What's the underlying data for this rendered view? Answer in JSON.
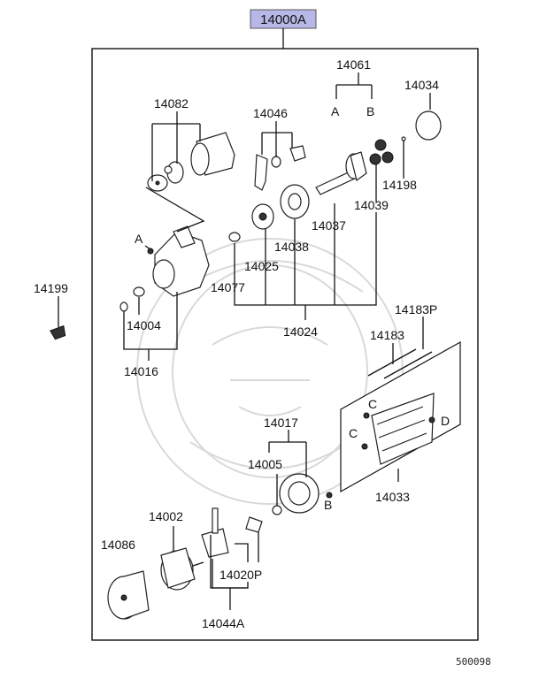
{
  "assembly_label": "14000A",
  "colors": {
    "assembly_fill": "#b8b8e8",
    "line": "#111111"
  },
  "labels": {
    "p14061": "14061",
    "a1": "A",
    "b1": "B",
    "p14034": "14034",
    "p14082": "14082",
    "p14046": "14046",
    "p14198": "14198",
    "p14039": "14039",
    "p14037": "14037",
    "p14038": "14038",
    "p14025": "14025",
    "p14077": "14077",
    "a2": "A",
    "p14199": "14199",
    "p14004": "14004",
    "p14024": "14024",
    "p14016": "14016",
    "p14183p": "14183P",
    "p14183": "14183",
    "c1": "C",
    "c2": "C",
    "d1": "D",
    "p14017": "14017",
    "p14005": "14005",
    "b2": "B",
    "p14033": "14033",
    "p14002": "14002",
    "p14086": "14086",
    "p14020p": "14020P",
    "p14044a": "14044A"
  },
  "footer_code": "500098"
}
